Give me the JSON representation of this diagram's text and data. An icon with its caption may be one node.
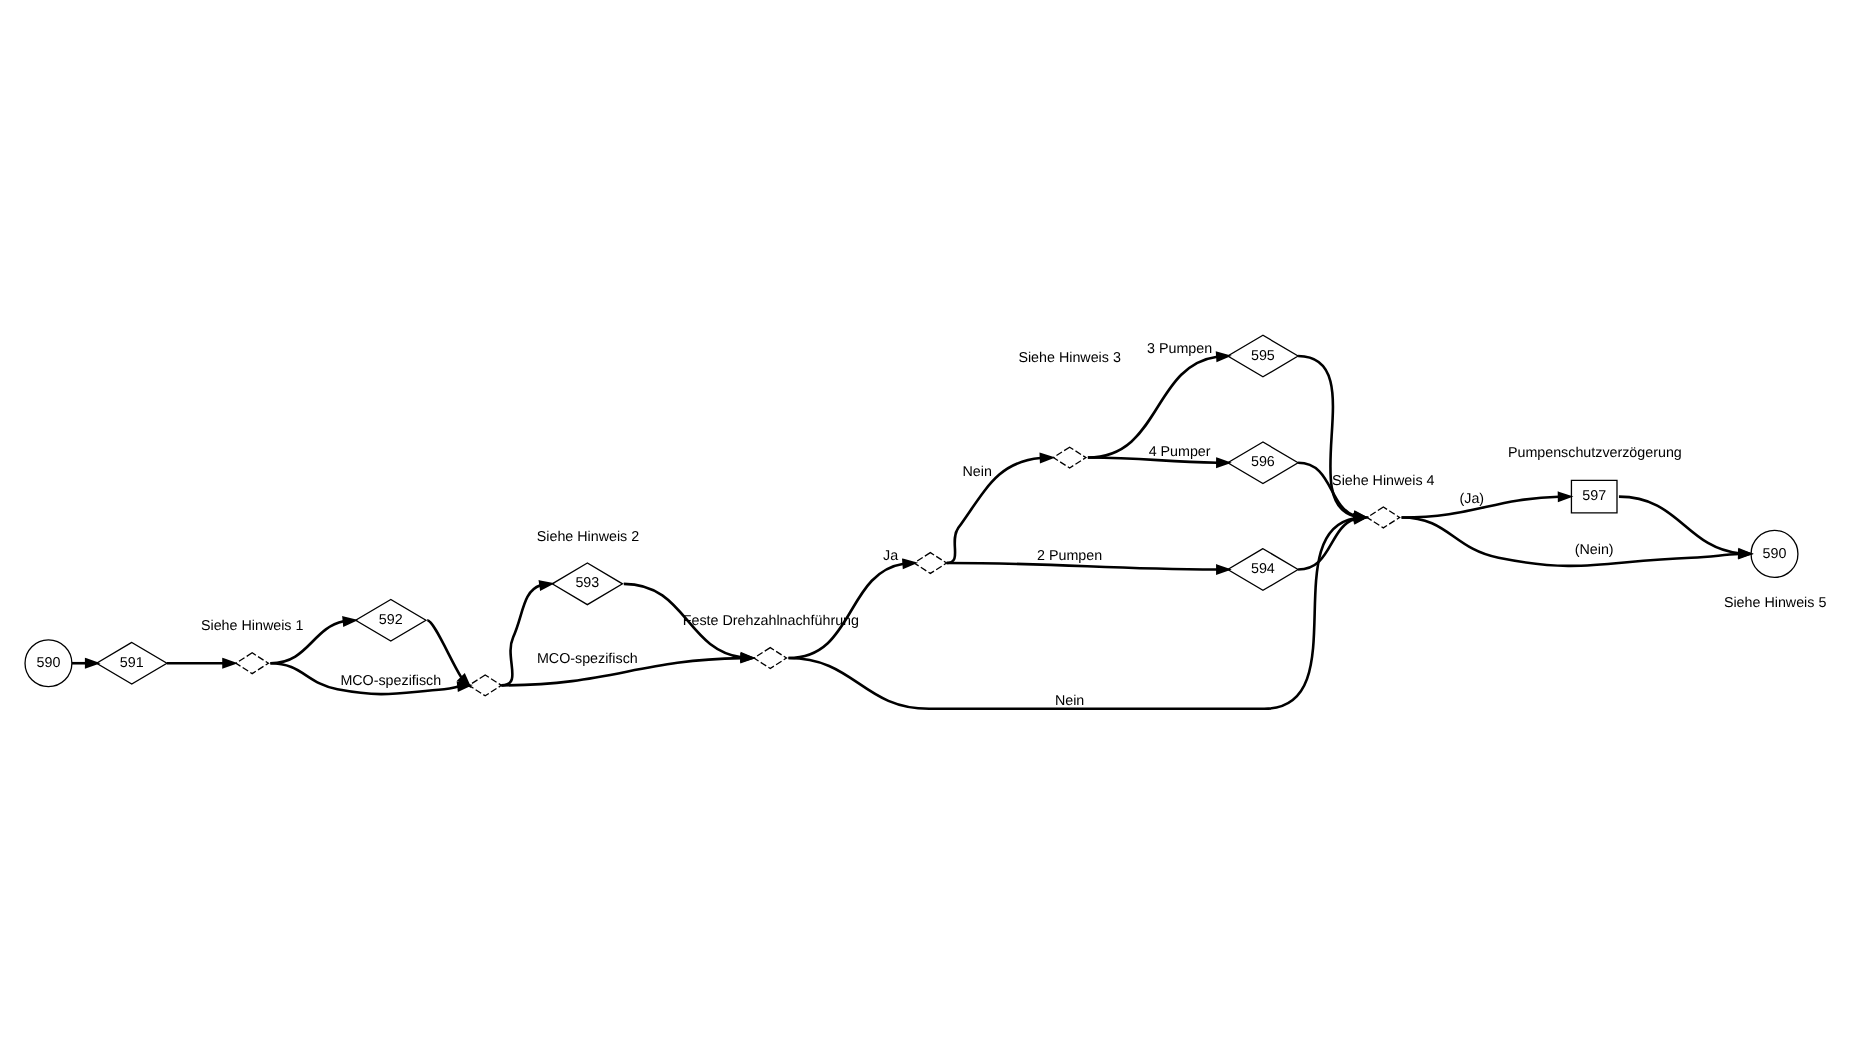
{
  "diagram": {
    "nodes": [
      {
        "text": [
          "590"
        ]
      },
      {
        "text": [
          "591"
        ]
      },
      {
        "text": [],
        "shape": "diamond",
        "beside": [
          "Siehe Hinweis 1"
        ]
      },
      {
        "text": [
          "592"
        ]
      },
      {
        "text": [],
        "shape": "diamond"
      },
      {
        "text": [
          "593"
        ],
        "beside": [
          "Siehe Hinweis 2"
        ]
      },
      {
        "text": [],
        "shape": "diamond",
        "beside": [
          "Feste Drehzahlnachführung"
        ]
      },
      {
        "text": [],
        "shape": "diamond"
      },
      {
        "text": [],
        "shape": "diamond"
      },
      {
        "text": [
          "594"
        ]
      },
      {
        "text": [
          "595"
        ]
      },
      {
        "text": [
          "596"
        ]
      },
      {
        "text": [],
        "shape": "diamond",
        "beside": [
          "Siehe Hinweis 4"
        ]
      },
      {
        "text": [
          "597"
        ],
        "beside": [
          "Pumpenschutzverzögerung"
        ]
      },
      {
        "text": [
          "590"
        ],
        "beside": [
          "Siehe Hinweis 5"
        ]
      }
    ],
    "edges": [
      {
        "from": 0,
        "to": 1,
        "arrow": "to"
      },
      {
        "from": 1,
        "to": 2,
        "arrow": "to"
      },
      {
        "from": 2,
        "to": 3,
        "arrow": "to"
      },
      {
        "from": 2,
        "to": 4,
        "arrow": "to",
        "label": "MCO-spezifisch"
      },
      {
        "from": 3,
        "to": 4,
        "arrow": "to"
      },
      {
        "from": 4,
        "to": 5,
        "arrow": "to"
      },
      {
        "from": 4,
        "to": 6,
        "arrow": "to",
        "label": "MCO-spezifisch"
      },
      {
        "from": 5,
        "to": 6,
        "arrow": "to"
      },
      {
        "from": 6,
        "to": 7,
        "arrow": "to",
        "label": "Ja"
      },
      {
        "from": 7,
        "to": 8,
        "arrow": "to",
        "label": "Nein"
      },
      {
        "from": 7,
        "to": 9,
        "arrow": "to",
        "label": "2 Pumpen"
      },
      {
        "from": 8,
        "to": 10,
        "arrow": "to",
        "label": "3 Pumpen"
      },
      {
        "from": 8,
        "to": 11,
        "arrow": "to",
        "label": "4 Pumper"
      },
      {
        "from": 6,
        "to": 12,
        "arrow": "to",
        "label": "Nein"
      },
      {
        "from": 9,
        "to": 12,
        "arrow": "to"
      },
      {
        "from": 10,
        "to": 12,
        "arrow": "to"
      },
      {
        "from": 11,
        "to": 12,
        "arrow": "to"
      },
      {
        "from": 12,
        "to": 14,
        "arrow": "to",
        "label": "(Nein)"
      },
      {
        "from": 12,
        "to": 13,
        "arrow": "to",
        "label": "(Ja)"
      },
      {
        "from": 13,
        "to": 14,
        "arrow": "to"
      }
    ],
    "labels": [
      "Siehe Hinweis 3"
    ]
  }
}
